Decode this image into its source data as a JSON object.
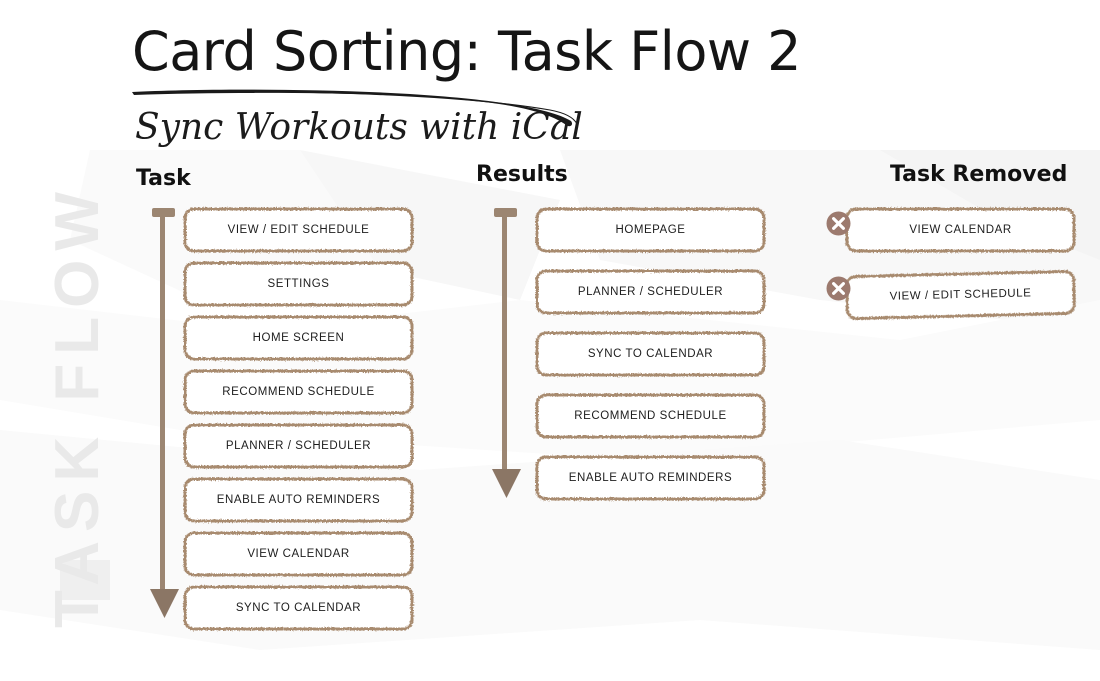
{
  "document": {
    "title": "Card Sorting: Task Flow 2",
    "subtitle": "Sync Workouts with iCal",
    "watermark": "TASK FLOW",
    "colors": {
      "card_border": "#a5886b",
      "arrow": "#8b7665",
      "remove_badge": "#9c7a6e",
      "text": "#1d1d1d",
      "watermark": "#e9e9e9",
      "background": "#ffffff"
    }
  },
  "columns": [
    {
      "id": "task",
      "header": "Task",
      "arrow": {
        "direction": "down",
        "cap_icon": "t-bar-cap",
        "head_icon": "triangle-down-icon"
      },
      "cards": [
        {
          "label": "VIEW / EDIT SCHEDULE"
        },
        {
          "label": "SETTINGS"
        },
        {
          "label": "HOME SCREEN"
        },
        {
          "label": "RECOMMEND SCHEDULE"
        },
        {
          "label": "PLANNER / SCHEDULER"
        },
        {
          "label": "ENABLE AUTO REMINDERS"
        },
        {
          "label": "VIEW CALENDAR"
        },
        {
          "label": "SYNC TO CALENDAR"
        }
      ]
    },
    {
      "id": "results",
      "header": "Results",
      "arrow": {
        "direction": "down",
        "cap_icon": "t-bar-cap",
        "head_icon": "triangle-down-icon"
      },
      "cards": [
        {
          "label": "HOMEPAGE"
        },
        {
          "label": "PLANNER / SCHEDULER"
        },
        {
          "label": "SYNC TO CALENDAR"
        },
        {
          "label": "RECOMMEND SCHEDULE"
        },
        {
          "label": "ENABLE AUTO REMINDERS"
        }
      ]
    },
    {
      "id": "removed",
      "header": "Task Removed",
      "cards": [
        {
          "label": "VIEW CALENDAR",
          "badge_icon": "circle-x-icon",
          "tilted": false
        },
        {
          "label": "VIEW / EDIT SCHEDULE",
          "badge_icon": "circle-x-icon",
          "tilted": true
        }
      ]
    }
  ]
}
